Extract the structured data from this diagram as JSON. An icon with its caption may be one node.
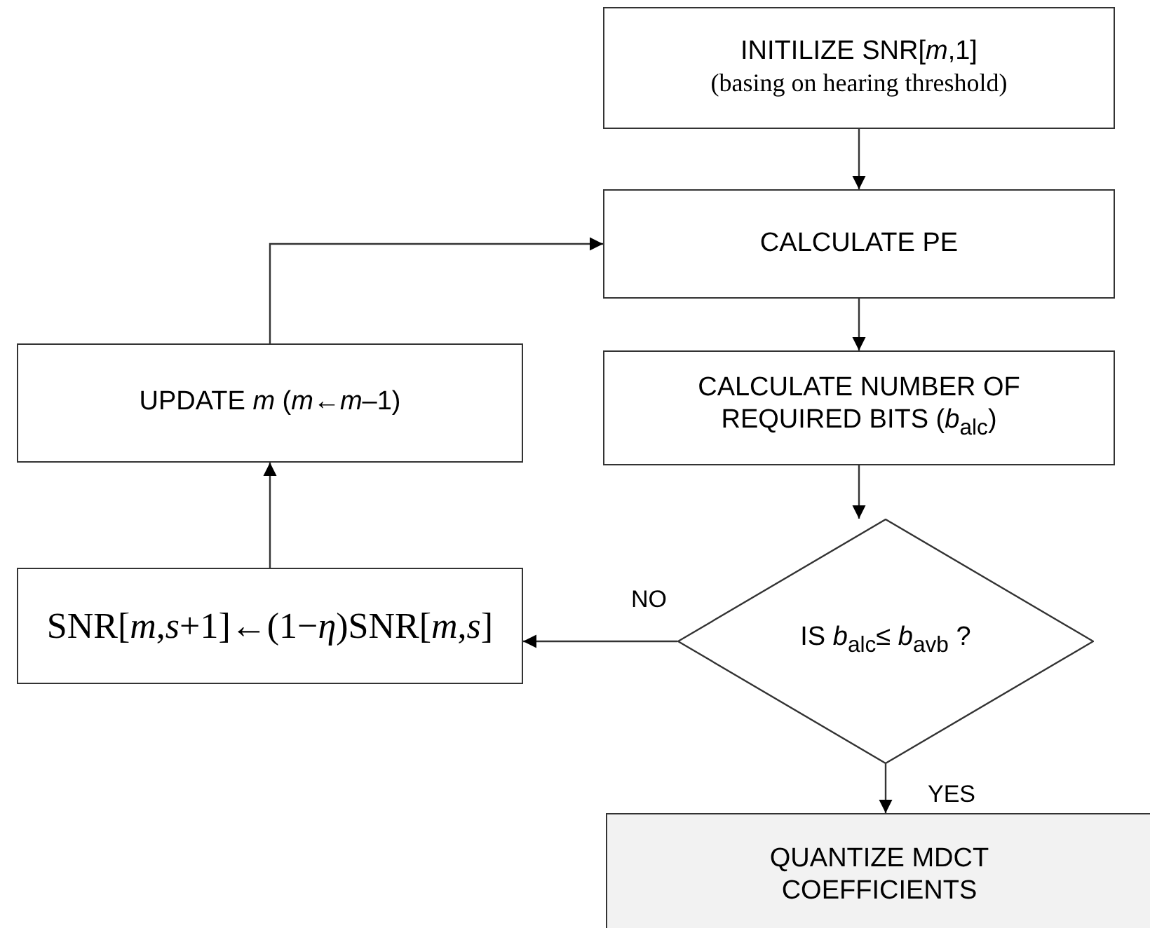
{
  "diagram": {
    "nodes": [
      {
        "text": [
          "INITILIZE SNR[*m*,1]",
          "(basing on hearing threshold)"
        ]
      },
      {
        "text": [
          "CALCULATE PE"
        ]
      },
      {
        "text": [
          "CALCULATE NUMBER OF REQUIRED BITS (*b*$_{alc}$)"
        ]
      },
      {
        "text": [
          "IS *b*$_{alc}$≤ *b*$_{avb}$ ?"
        ]
      },
      {
        "text": [
          "SNR[*m*,*s*+1]←(1−*η*)SNR[*m*,*s*]"
        ]
      },
      {
        "text": [
          "UPDATE *m* (*m*←*m*–1)"
        ]
      },
      {
        "text": [
          "QUANTIZE MDCT COEFFICIENTS"
        ]
      }
    ],
    "edges": [
      {
        "from": 0,
        "to": 1,
        "arrow": "to"
      },
      {
        "from": 1,
        "to": 2,
        "arrow": "to"
      },
      {
        "from": 2,
        "to": 3,
        "arrow": "to"
      },
      {
        "from": 3,
        "to": 4,
        "label": "NO",
        "arrow": "to"
      },
      {
        "from": 3,
        "to": 6,
        "label": "YES",
        "arrow": "to"
      },
      {
        "from": 4,
        "to": 5,
        "arrow": "to"
      },
      {
        "from": 5,
        "to": 1,
        "arrow": "to"
      }
    ]
  }
}
